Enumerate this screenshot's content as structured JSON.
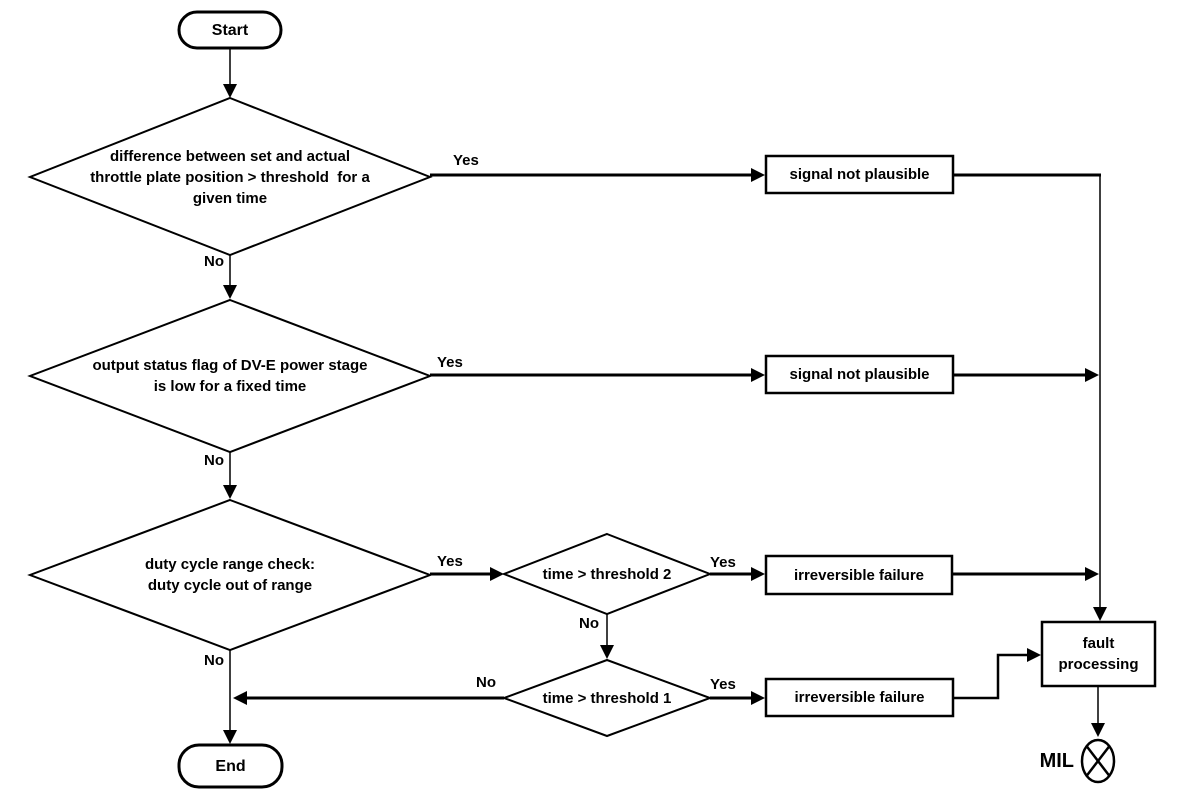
{
  "colors": {
    "stroke": "#000000",
    "node_fill": "#ffffff",
    "background": "#ffffff",
    "text": "#000000"
  },
  "nodes": {
    "start": {
      "label": "Start"
    },
    "decision_throttle": {
      "label": "difference between set and actual\nthrottle plate position > threshold  for a\ngiven time"
    },
    "box_signal_not_plausible_1": {
      "label": "signal not plausible"
    },
    "decision_power_stage": {
      "label": "output status flag of DV-E power stage\nis low for a fixed time"
    },
    "box_signal_not_plausible_2": {
      "label": "signal not plausible"
    },
    "decision_duty_cycle": {
      "label": "duty cycle range check:\nduty cycle out of range"
    },
    "decision_threshold2": {
      "label": "time > threshold 2"
    },
    "box_irreversible_failure_1": {
      "label": "irreversible failure"
    },
    "decision_threshold1": {
      "label": "time > threshold 1"
    },
    "box_irreversible_failure_2": {
      "label": "irreversible failure"
    },
    "box_fault_processing": {
      "label": "fault\nprocessing"
    },
    "end": {
      "label": "End"
    },
    "mil": {
      "label": "MIL"
    }
  },
  "edge_labels": {
    "throttle_yes": "Yes",
    "throttle_no": "No",
    "power_stage_yes": "Yes",
    "power_stage_no": "No",
    "duty_cycle_yes": "Yes",
    "duty_cycle_no": "No",
    "threshold2_yes": "Yes",
    "threshold2_no": "No",
    "threshold1_yes": "Yes",
    "threshold1_no": "No"
  }
}
